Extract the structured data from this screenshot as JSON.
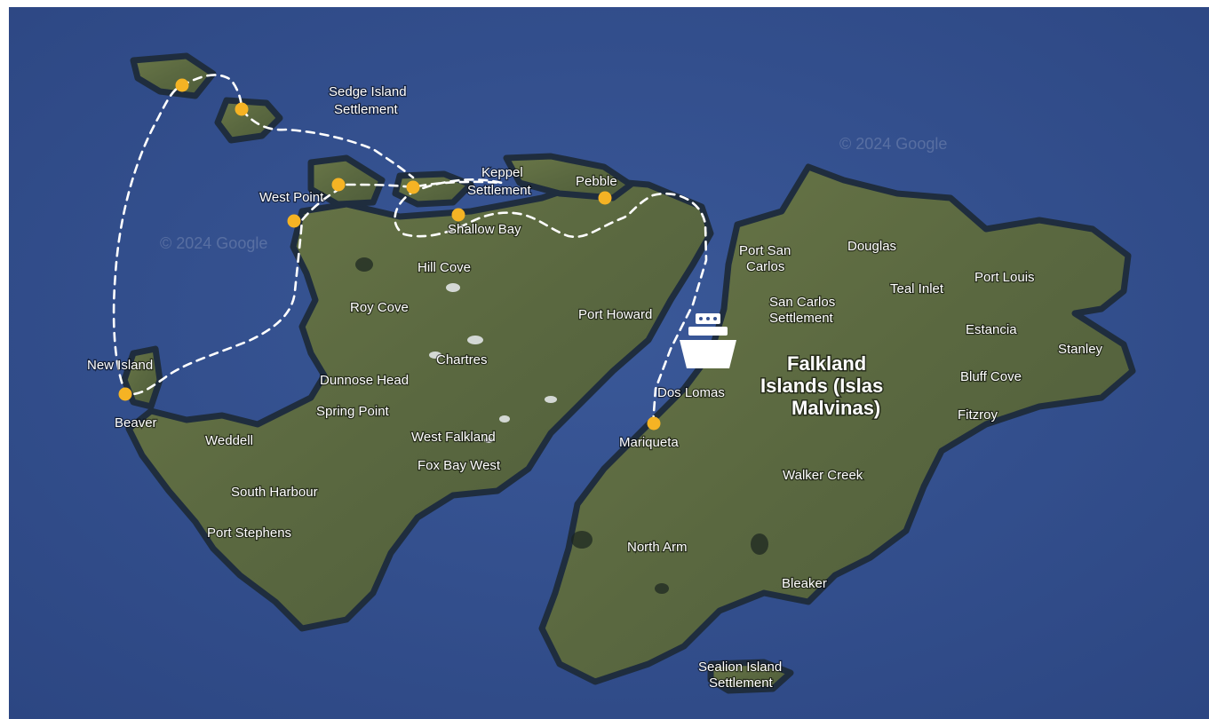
{
  "map": {
    "attribution": "© 2024 Google",
    "attribution_secondary": "© 2024 Google",
    "colors": {
      "ocean": "#34508f",
      "land": "#5d6a40",
      "route": "#ffffff",
      "stop": "#f5b324",
      "label": "#ffffff"
    },
    "labels": {
      "sedge_line1": "Sedge Island",
      "sedge_line2": "Settlement",
      "keppel_line1": "Keppel",
      "keppel_line2": "Settlement",
      "pebble": "Pebble",
      "west_point": "West Point",
      "shallow_bay": "Shallow Bay",
      "hill_cove": "Hill Cove",
      "roy_cove": "Roy Cove",
      "port_howard": "Port Howard",
      "chartres": "Chartres",
      "dunnose_head": "Dunnose Head",
      "spring_point": "Spring Point",
      "new_island": "New Island",
      "beaver": "Beaver",
      "weddell": "Weddell",
      "west_falkland": "West Falkland",
      "fox_bay_west": "Fox Bay West",
      "south_harbour": "South Harbour",
      "port_stephens": "Port Stephens",
      "port_san_carlos_line1": "Port San",
      "port_san_carlos_line2": "Carlos",
      "douglas": "Douglas",
      "teal_inlet": "Teal Inlet",
      "port_louis": "Port Louis",
      "san_carlos_line1": "San Carlos",
      "san_carlos_line2": "Settlement",
      "estancia": "Estancia",
      "stanley": "Stanley",
      "falkland_line1": "Falkland",
      "falkland_line2": "Islands (Islas",
      "falkland_line3": "Malvinas)",
      "bluff_cove": "Bluff Cove",
      "fitzroy": "Fitzroy",
      "dos_lomas": "Dos Lomas",
      "mariqueta": "Mariqueta",
      "walker_creek": "Walker Creek",
      "north_arm": "North Arm",
      "bleaker": "Bleaker",
      "sealion_line1": "Sealion Island",
      "sealion_line2": "Settlement"
    },
    "route_stops": 9,
    "ship_icon": "cruise-ship-icon"
  }
}
